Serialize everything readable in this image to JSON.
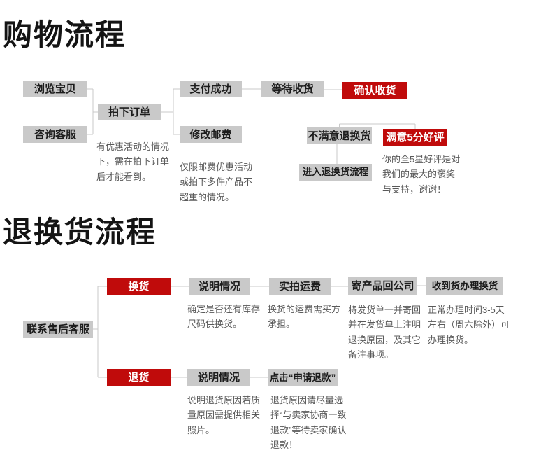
{
  "colors": {
    "gray_box": "#c9c9c9",
    "red_box": "#c00b0b",
    "gray_box_text": "#1c1c1c",
    "red_box_text": "#ffffff",
    "note_text": "#595959",
    "connector_line": "#c9c9c9",
    "title_text": "#141414",
    "background": "#ffffff"
  },
  "section1": {
    "title": "购物流程",
    "boxes": {
      "browse": "浏览宝贝",
      "consult": "咨询客服",
      "order": "拍下订单",
      "pay": "支付成功",
      "postage": "修改邮费",
      "wait": "等待收货",
      "confirm": "确认收货",
      "unsatisfied": "不满意退换货",
      "praise": "满意5分好评",
      "enter_return": "进入退换货流程"
    },
    "notes": {
      "order_note": "有优惠活动的情况下，需在拍下订单后才能看到。",
      "postage_note": "仅限邮费优惠活动或拍下多件产品不超重的情况。",
      "praise_note": "你的全5星好评是对我们的最大的褒奖与支持，谢谢！"
    }
  },
  "section2": {
    "title": "退换货流程",
    "boxes": {
      "contact": "联系售后客服",
      "exchange": "换货",
      "refund": "退货",
      "explain_a": "说明情况",
      "freight": "实拍运费",
      "send_back": "寄产品回公司",
      "receive": "收到货办理换货",
      "explain_b": "说明情况",
      "apply_refund": "点击“申请退款”"
    },
    "notes": {
      "explain_a_note": "确定是否还有库存尺码供换货。",
      "freight_note": "换货的运费需买方承担。",
      "send_back_note": "将发货单一并寄回并在发货单上注明退换原因，及其它备注事项。",
      "receive_note": "正常办理时间3-5天左右（周六除外）可办理换货。",
      "explain_b_note": "说明退货原因若质量原因需提供相关照片。",
      "apply_refund_note": "退货原因请尽量选择“与卖家协商一致退款”等待卖家确认退款！"
    }
  }
}
